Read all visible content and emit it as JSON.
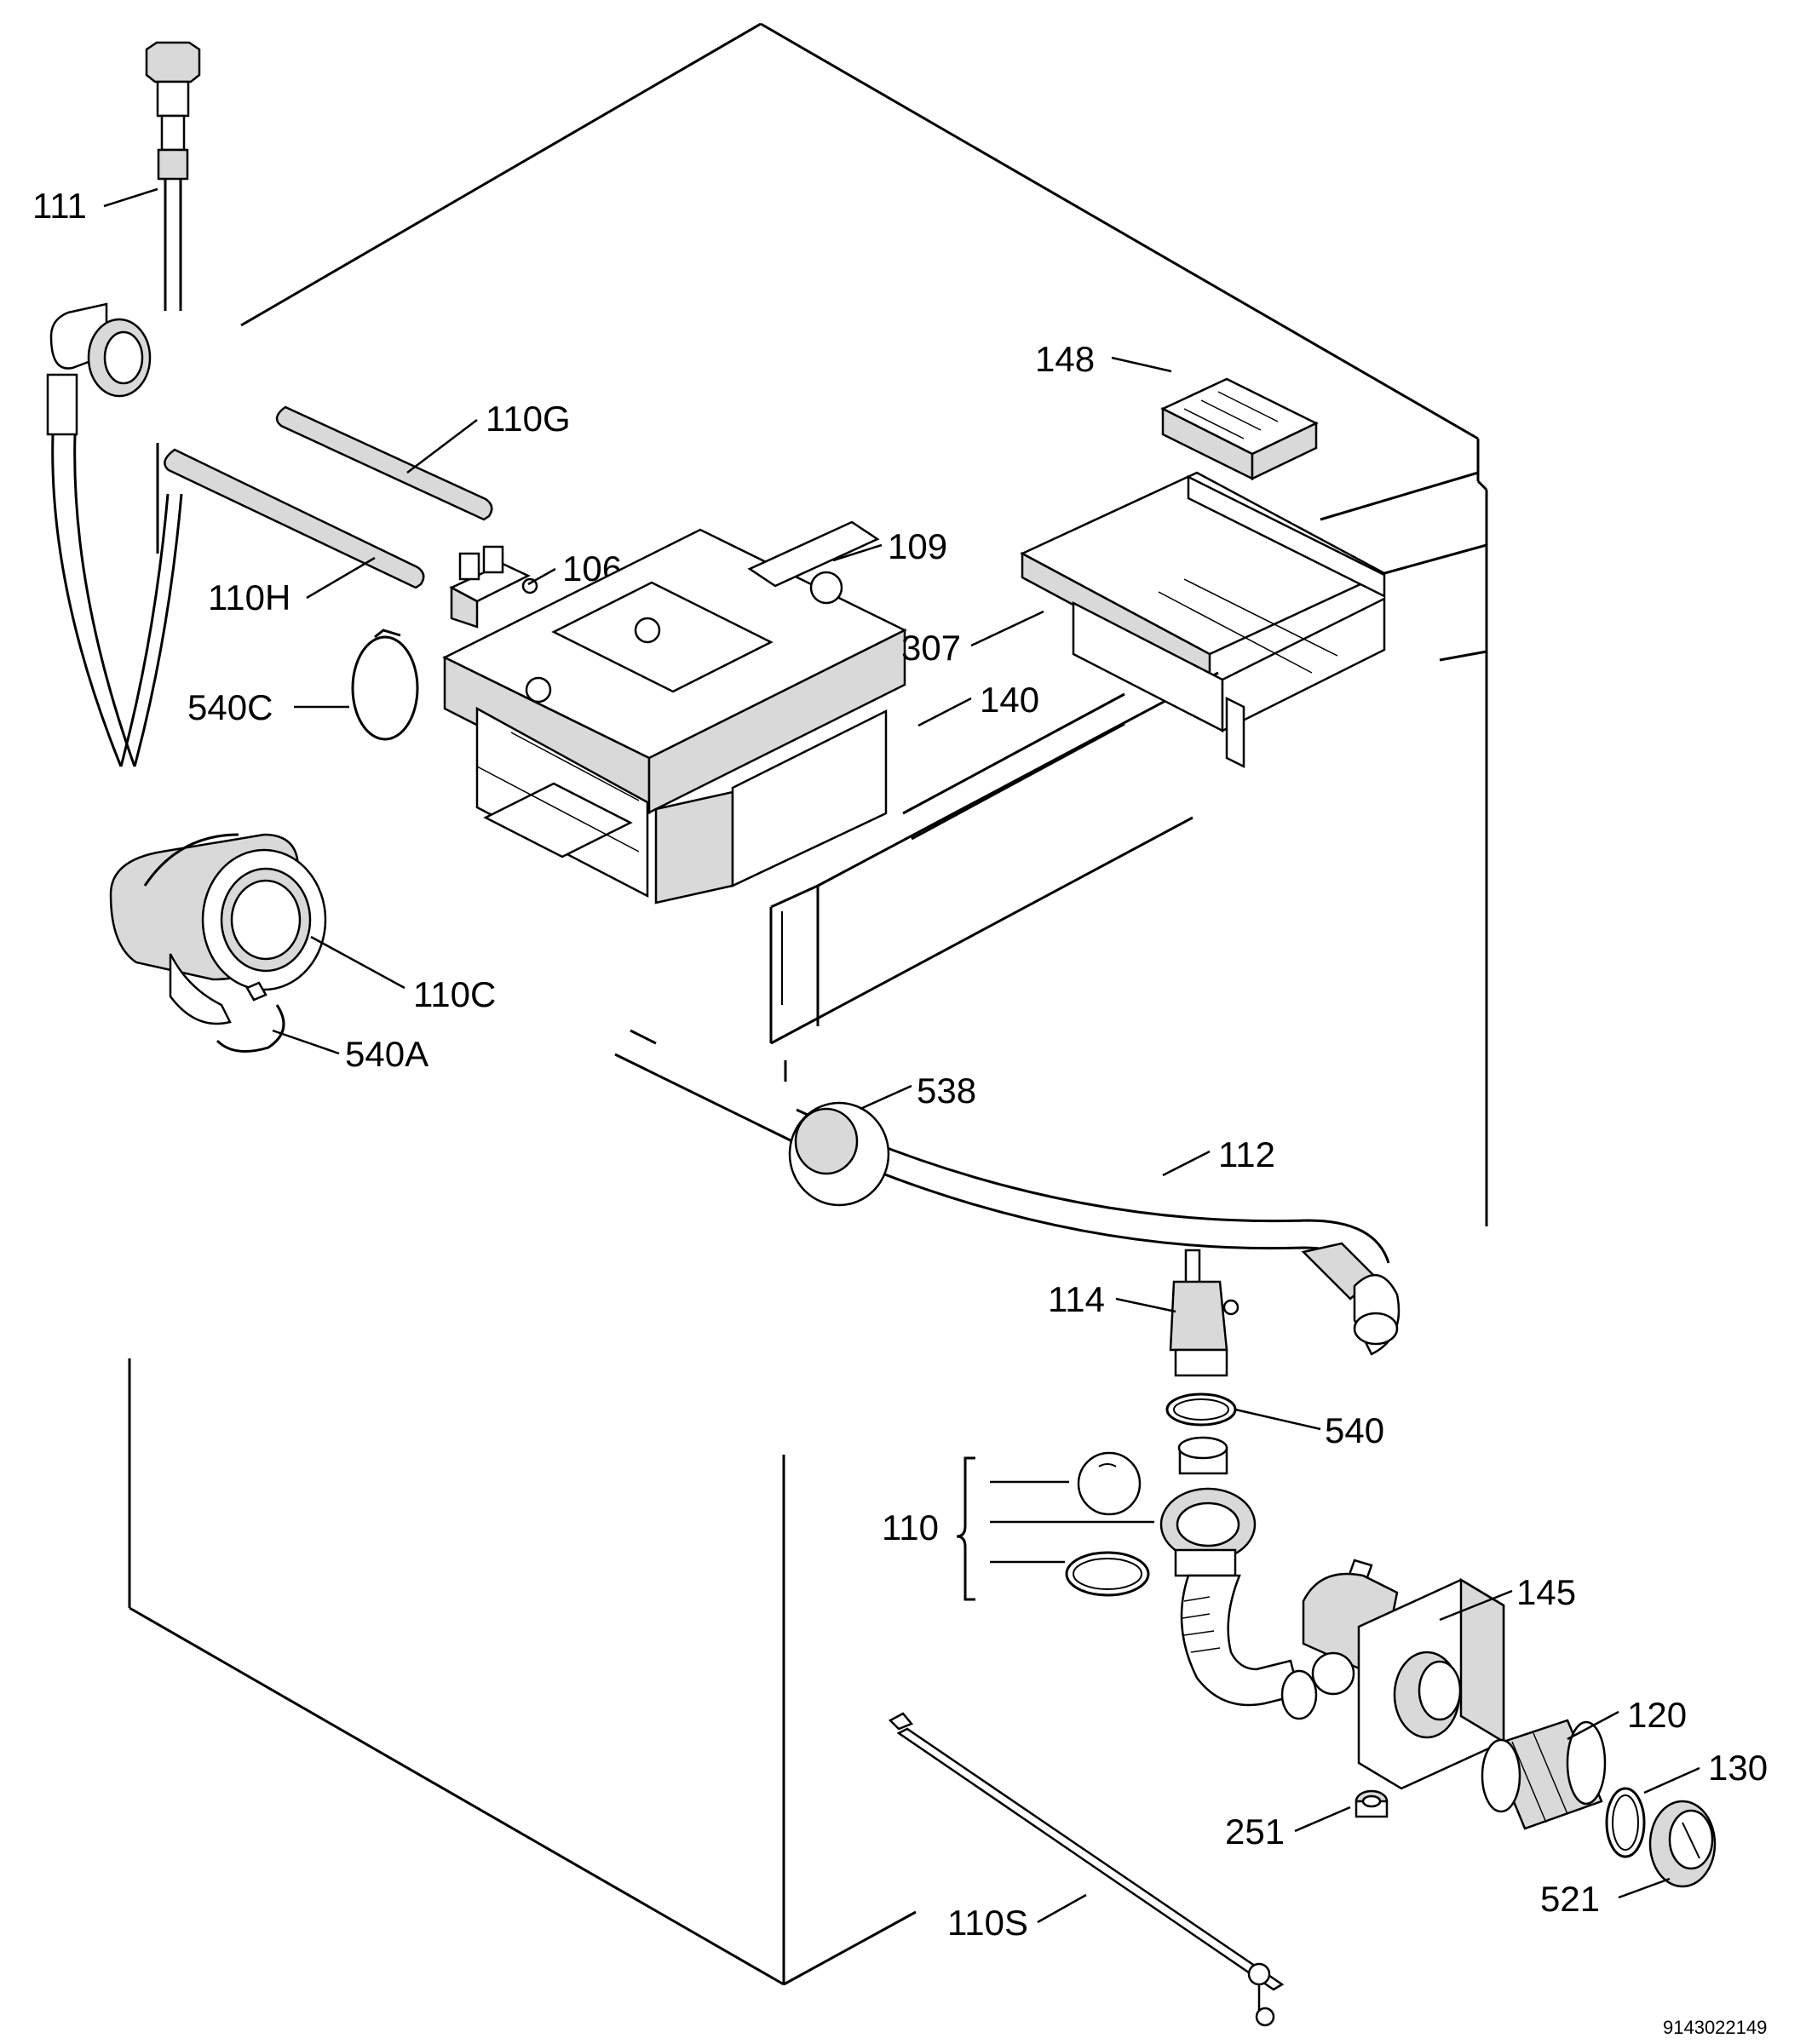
{
  "labels": {
    "l111": "111",
    "l110g": "110G",
    "l110h": "110H",
    "l106": "106",
    "l109": "109",
    "l148": "148",
    "l307": "307",
    "l140": "140",
    "l540c": "540C",
    "l110c": "110C",
    "l540a": "540A",
    "l538": "538",
    "l112": "112",
    "l114": "114",
    "l540": "540",
    "l110": "110",
    "l145": "145",
    "l120": "120",
    "l130": "130",
    "l251": "251",
    "l521": "521",
    "l110s": "110S"
  },
  "footer": {
    "code": "9143022149"
  },
  "icons": [
    "water-inlet-hose",
    "dispenser-hose",
    "detergent-drawer",
    "drain-hose",
    "drain-pump",
    "filter"
  ]
}
